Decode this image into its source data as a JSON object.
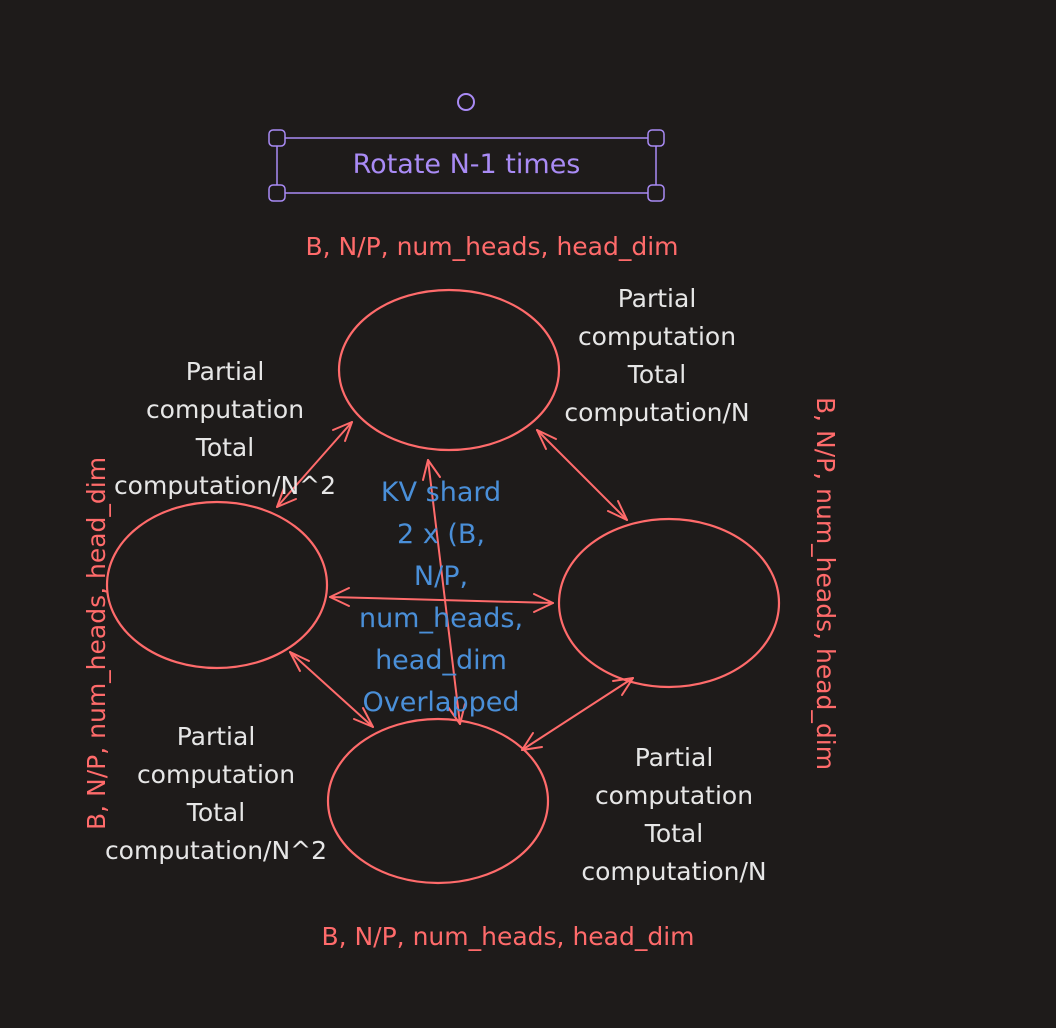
{
  "colors": {
    "background": "#1e1b1a",
    "node_stroke": "#ff6b6b",
    "label_white": "#e6e6e6",
    "label_red": "#ff6b6b",
    "label_blue": "#4a8fd8",
    "selection": "#a98bf5"
  },
  "title_box": {
    "label": "Rotate N-1 times",
    "selected": true
  },
  "shape_top": "B, N/P, num_heads, head_dim",
  "shape_bottom": "B, N/P, num_heads, head_dim",
  "shape_left": "B, N/P, num_heads, head_dim",
  "shape_right": "B, N/P, num_heads, head_dim",
  "center_label": [
    "KV shard",
    "2 x (B,",
    "N/P,",
    "num_heads,",
    "head_dim",
    "Overlapped"
  ],
  "labels": {
    "top_right": [
      "Partial",
      "computation",
      "Total",
      "computation/N"
    ],
    "top_left": [
      "Partial",
      "computation",
      "Total",
      "computation/N^2"
    ],
    "bottom_left": [
      "Partial",
      "computation",
      "Total",
      "computation/N^2"
    ],
    "bottom_right": [
      "Partial",
      "computation",
      "Total",
      "computation/N"
    ]
  }
}
